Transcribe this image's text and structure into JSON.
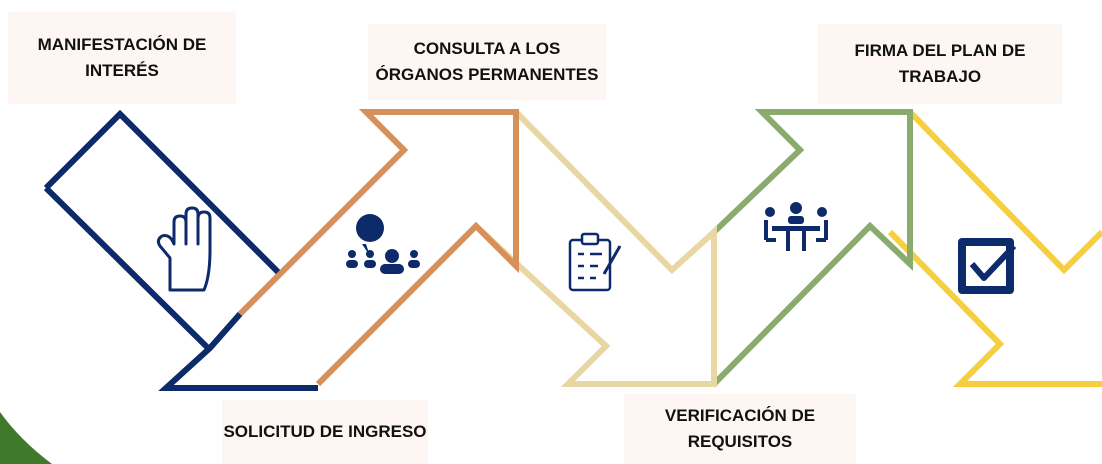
{
  "steps": [
    {
      "label": "MANIFESTACIÓN DE INTERÉS",
      "icon": "raised-hand-icon",
      "color": "#0d2a6b"
    },
    {
      "label": "SOLICITUD DE INGRESO",
      "icon": "group-speaker-icon",
      "color": "#d8905a"
    },
    {
      "label": "CONSULTA A LOS ÓRGANOS PERMANENTES",
      "icon": "clipboard-checklist-icon",
      "color": "#e9d7a3"
    },
    {
      "label": "VERIFICACIÓN DE REQUISITOS",
      "icon": "meeting-table-icon",
      "color": "#8aab6e"
    },
    {
      "label": "FIRMA DEL PLAN DE TRABAJO",
      "icon": "checked-box-icon",
      "color": "#f5cf3f"
    }
  ]
}
